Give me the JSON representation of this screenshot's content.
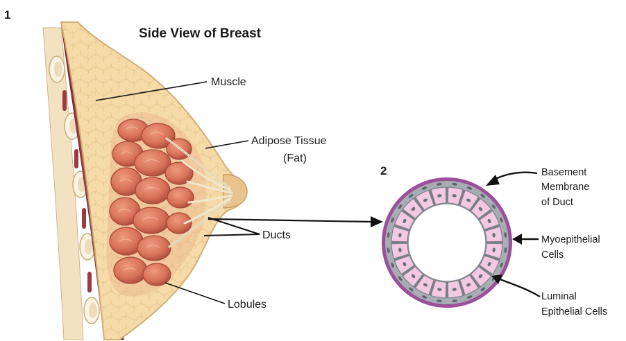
{
  "panel_1": {
    "number": "1",
    "title": "Side View of Breast",
    "labels": {
      "muscle": "Muscle",
      "adipose_line1": "Adipose Tissue",
      "adipose_line2": "(Fat)",
      "ducts": "Ducts",
      "lobules": "Lobules"
    }
  },
  "panel_2": {
    "number": "2",
    "labels": {
      "basement_line1": "Basement",
      "basement_line2": "Membrane",
      "basement_line3": "of Duct",
      "myo_line1": "Myoepithelial",
      "myo_line2": "Cells",
      "luminal_line1": "Luminal",
      "luminal_line2": "Epithelial Cells"
    }
  },
  "colors": {
    "skin": "#f5dba8",
    "skin_outline": "#d9b97c",
    "muscle": "#a8404a",
    "muscle_dark": "#7e2a33",
    "lobule": "#d9735a",
    "lobule_dark": "#b4533e",
    "duct": "#efe7cf",
    "basement_membrane": "#9c4f9a",
    "myoepithelial": "#a6aeb4",
    "luminal_cell": "#f2c8e2",
    "nucleus": "#6a6f7a"
  }
}
